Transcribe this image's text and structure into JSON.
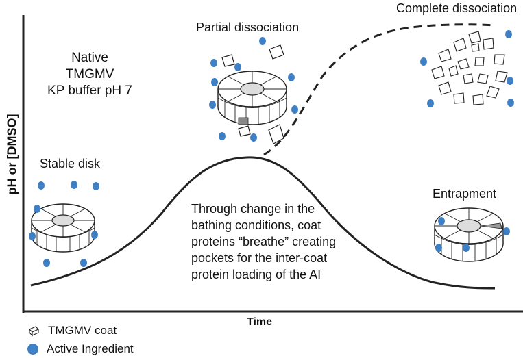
{
  "labels": {
    "native": "Native",
    "tmgmv": "TMGMV",
    "buffer": "KP buffer pH 7",
    "partial": "Partial dissociation",
    "complete": "Complete dissociation",
    "stable": "Stable disk",
    "entrapment": "Entrapment",
    "through_lines": [
      "Through change in the",
      "bathing conditions, coat",
      "proteins “breathe” creating",
      "pockets for the inter-coat",
      "protein loading of the AI"
    ]
  },
  "axes": {
    "y_label": "pH or [DMSO]",
    "x_label": "Time"
  },
  "legend": {
    "coat": "TMGMV coat",
    "ai": "Active Ingredient"
  },
  "colors": {
    "ai_dot": "#3f7fc4",
    "line": "#222222",
    "disk_fill": "#ffffff",
    "disk_inner": "#dddddd"
  }
}
